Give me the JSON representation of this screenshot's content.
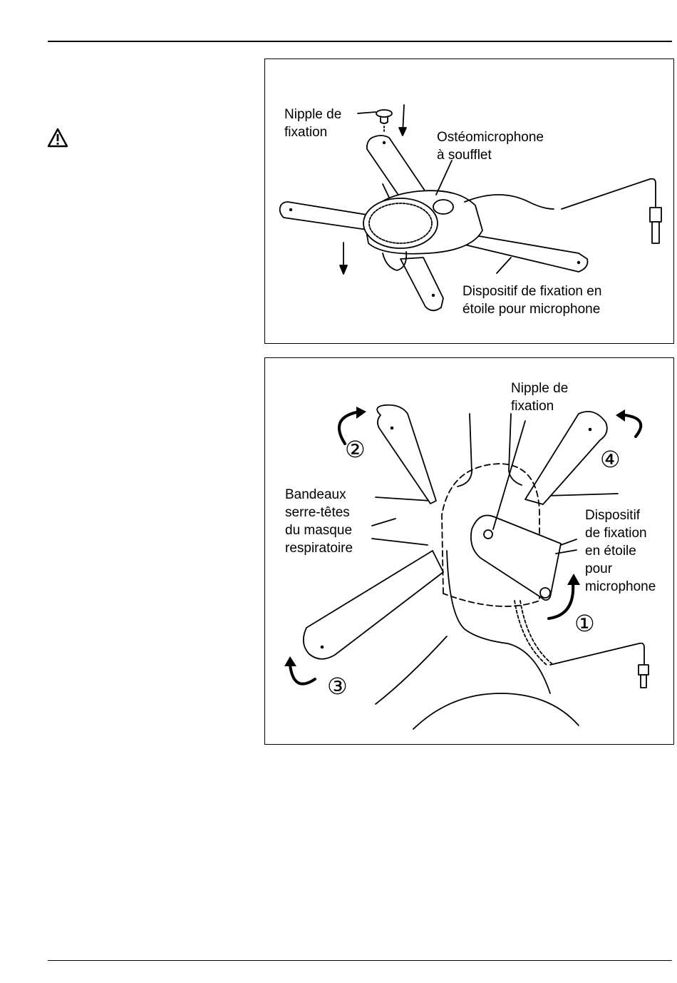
{
  "figure1": {
    "labels": {
      "nipple": [
        "Nipple de",
        "fixation"
      ],
      "osteomicrophone": [
        "Ostéomicrophone",
        "à soufflet"
      ],
      "dispositif": [
        "Dispositif de fixation en",
        "étoile pour microphone"
      ]
    }
  },
  "figure2": {
    "labels": {
      "nipple": [
        "Nipple de",
        "fixation"
      ],
      "bandeaux": [
        "Bandeaux",
        "serre-têtes",
        "du masque",
        "respiratoire"
      ],
      "dispositif": [
        "Dispositif",
        "de fixation",
        "en étoile",
        "pour",
        "microphone"
      ]
    },
    "steps": [
      "①",
      "②",
      "③",
      "④"
    ]
  }
}
